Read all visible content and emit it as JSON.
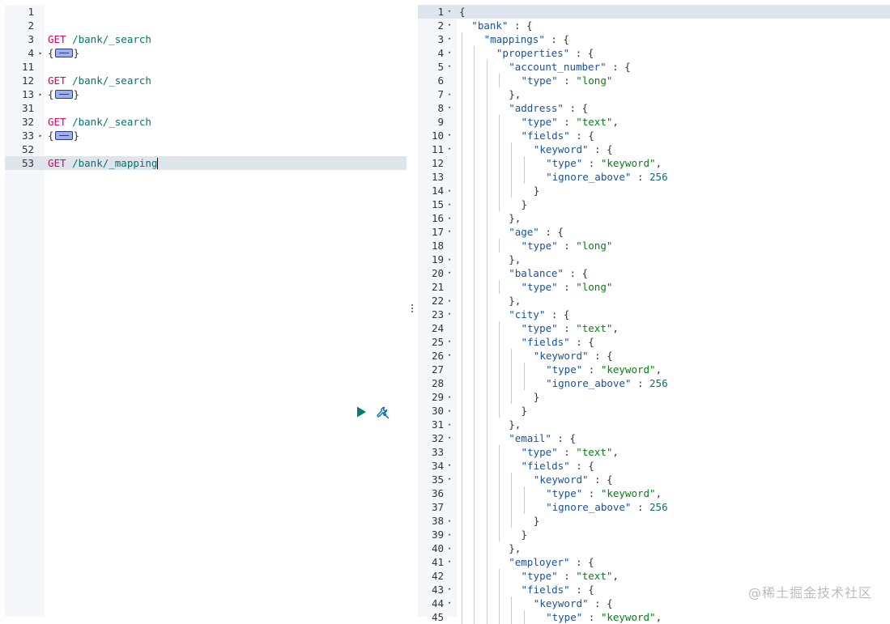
{
  "request_editor": {
    "lines": [
      {
        "num": "1",
        "fold": "",
        "parts": []
      },
      {
        "num": "2",
        "fold": "",
        "parts": []
      },
      {
        "num": "3",
        "fold": "",
        "parts": [
          {
            "t": "GET",
            "c": "kw-get"
          },
          {
            "t": " /bank/_search",
            "c": "path"
          }
        ]
      },
      {
        "num": "4",
        "fold": "▸",
        "parts": [
          {
            "t": "{",
            "c": "collapsed-brace"
          },
          {
            "t": "",
            "c": "fold-widget"
          },
          {
            "t": "}",
            "c": "collapsed-brace"
          }
        ]
      },
      {
        "num": "11",
        "fold": "",
        "parts": []
      },
      {
        "num": "12",
        "fold": "",
        "parts": [
          {
            "t": "GET",
            "c": "kw-get"
          },
          {
            "t": " /bank/_search",
            "c": "path"
          }
        ]
      },
      {
        "num": "13",
        "fold": "▸",
        "parts": [
          {
            "t": "{",
            "c": "collapsed-brace"
          },
          {
            "t": "",
            "c": "fold-widget"
          },
          {
            "t": "}",
            "c": "collapsed-brace"
          }
        ]
      },
      {
        "num": "31",
        "fold": "",
        "parts": []
      },
      {
        "num": "32",
        "fold": "",
        "parts": [
          {
            "t": "GET",
            "c": "kw-get"
          },
          {
            "t": " /bank/_search",
            "c": "path"
          }
        ]
      },
      {
        "num": "33",
        "fold": "▸",
        "parts": [
          {
            "t": "{",
            "c": "collapsed-brace"
          },
          {
            "t": "",
            "c": "fold-widget"
          },
          {
            "t": "}",
            "c": "collapsed-brace"
          }
        ]
      },
      {
        "num": "52",
        "fold": "",
        "parts": []
      },
      {
        "num": "53",
        "fold": "",
        "active": true,
        "parts": [
          {
            "t": "GET",
            "c": "kw-get"
          },
          {
            "t": " /bank/_mapping",
            "c": "path"
          },
          {
            "t": "",
            "c": "cursor"
          }
        ]
      }
    ],
    "actions": {
      "run_icon": "play-icon",
      "settings_icon": "wrench-icon",
      "accent": "#017d73"
    }
  },
  "response_viewer": {
    "lines": [
      {
        "n": "1",
        "f": "▾",
        "d": 0,
        "p": [
          [
            "{",
            ""
          ]
        ]
      },
      {
        "n": "2",
        "f": "▾",
        "d": 1,
        "p": [
          [
            "\"bank\"",
            "key"
          ],
          [
            " : {",
            ""
          ]
        ]
      },
      {
        "n": "3",
        "f": "▾",
        "d": 2,
        "p": [
          [
            "\"mappings\"",
            "key"
          ],
          [
            " : {",
            ""
          ]
        ]
      },
      {
        "n": "4",
        "f": "▾",
        "d": 3,
        "p": [
          [
            "\"properties\"",
            "key"
          ],
          [
            " : {",
            ""
          ]
        ]
      },
      {
        "n": "5",
        "f": "▾",
        "d": 4,
        "p": [
          [
            "\"account_number\"",
            "key"
          ],
          [
            " : {",
            ""
          ]
        ]
      },
      {
        "n": "6",
        "f": "",
        "d": 5,
        "p": [
          [
            "\"type\"",
            "key"
          ],
          [
            " : ",
            ""
          ],
          [
            "\"long\"",
            "str"
          ]
        ]
      },
      {
        "n": "7",
        "f": "▴",
        "d": 4,
        "p": [
          [
            "},",
            ""
          ]
        ]
      },
      {
        "n": "8",
        "f": "▾",
        "d": 4,
        "p": [
          [
            "\"address\"",
            "key"
          ],
          [
            " : {",
            ""
          ]
        ]
      },
      {
        "n": "9",
        "f": "",
        "d": 5,
        "p": [
          [
            "\"type\"",
            "key"
          ],
          [
            " : ",
            ""
          ],
          [
            "\"text\"",
            "str"
          ],
          [
            ",",
            ""
          ]
        ]
      },
      {
        "n": "10",
        "f": "▾",
        "d": 5,
        "p": [
          [
            "\"fields\"",
            "key"
          ],
          [
            " : {",
            ""
          ]
        ]
      },
      {
        "n": "11",
        "f": "▾",
        "d": 6,
        "p": [
          [
            "\"keyword\"",
            "key"
          ],
          [
            " : {",
            ""
          ]
        ]
      },
      {
        "n": "12",
        "f": "",
        "d": 7,
        "p": [
          [
            "\"type\"",
            "key"
          ],
          [
            " : ",
            ""
          ],
          [
            "\"keyword\"",
            "str"
          ],
          [
            ",",
            ""
          ]
        ]
      },
      {
        "n": "13",
        "f": "",
        "d": 7,
        "p": [
          [
            "\"ignore_above\"",
            "key"
          ],
          [
            " : ",
            ""
          ],
          [
            "256",
            "num"
          ]
        ]
      },
      {
        "n": "14",
        "f": "▴",
        "d": 6,
        "p": [
          [
            "}",
            ""
          ]
        ]
      },
      {
        "n": "15",
        "f": "▴",
        "d": 5,
        "p": [
          [
            "}",
            ""
          ]
        ]
      },
      {
        "n": "16",
        "f": "▴",
        "d": 4,
        "p": [
          [
            "},",
            ""
          ]
        ]
      },
      {
        "n": "17",
        "f": "▾",
        "d": 4,
        "p": [
          [
            "\"age\"",
            "key"
          ],
          [
            " : {",
            ""
          ]
        ]
      },
      {
        "n": "18",
        "f": "",
        "d": 5,
        "p": [
          [
            "\"type\"",
            "key"
          ],
          [
            " : ",
            ""
          ],
          [
            "\"long\"",
            "str"
          ]
        ]
      },
      {
        "n": "19",
        "f": "▴",
        "d": 4,
        "p": [
          [
            "},",
            ""
          ]
        ]
      },
      {
        "n": "20",
        "f": "▾",
        "d": 4,
        "p": [
          [
            "\"balance\"",
            "key"
          ],
          [
            " : {",
            ""
          ]
        ]
      },
      {
        "n": "21",
        "f": "",
        "d": 5,
        "p": [
          [
            "\"type\"",
            "key"
          ],
          [
            " : ",
            ""
          ],
          [
            "\"long\"",
            "str"
          ]
        ]
      },
      {
        "n": "22",
        "f": "▴",
        "d": 4,
        "p": [
          [
            "},",
            ""
          ]
        ]
      },
      {
        "n": "23",
        "f": "▾",
        "d": 4,
        "p": [
          [
            "\"city\"",
            "key"
          ],
          [
            " : {",
            ""
          ]
        ]
      },
      {
        "n": "24",
        "f": "",
        "d": 5,
        "p": [
          [
            "\"type\"",
            "key"
          ],
          [
            " : ",
            ""
          ],
          [
            "\"text\"",
            "str"
          ],
          [
            ",",
            ""
          ]
        ]
      },
      {
        "n": "25",
        "f": "▾",
        "d": 5,
        "p": [
          [
            "\"fields\"",
            "key"
          ],
          [
            " : {",
            ""
          ]
        ]
      },
      {
        "n": "26",
        "f": "▾",
        "d": 6,
        "p": [
          [
            "\"keyword\"",
            "key"
          ],
          [
            " : {",
            ""
          ]
        ]
      },
      {
        "n": "27",
        "f": "",
        "d": 7,
        "p": [
          [
            "\"type\"",
            "key"
          ],
          [
            " : ",
            ""
          ],
          [
            "\"keyword\"",
            "str"
          ],
          [
            ",",
            ""
          ]
        ]
      },
      {
        "n": "28",
        "f": "",
        "d": 7,
        "p": [
          [
            "\"ignore_above\"",
            "key"
          ],
          [
            " : ",
            ""
          ],
          [
            "256",
            "num"
          ]
        ]
      },
      {
        "n": "29",
        "f": "▴",
        "d": 6,
        "p": [
          [
            "}",
            ""
          ]
        ]
      },
      {
        "n": "30",
        "f": "▴",
        "d": 5,
        "p": [
          [
            "}",
            ""
          ]
        ]
      },
      {
        "n": "31",
        "f": "▴",
        "d": 4,
        "p": [
          [
            "},",
            ""
          ]
        ]
      },
      {
        "n": "32",
        "f": "▾",
        "d": 4,
        "p": [
          [
            "\"email\"",
            "key"
          ],
          [
            " : {",
            ""
          ]
        ]
      },
      {
        "n": "33",
        "f": "",
        "d": 5,
        "p": [
          [
            "\"type\"",
            "key"
          ],
          [
            " : ",
            ""
          ],
          [
            "\"text\"",
            "str"
          ],
          [
            ",",
            ""
          ]
        ]
      },
      {
        "n": "34",
        "f": "▾",
        "d": 5,
        "p": [
          [
            "\"fields\"",
            "key"
          ],
          [
            " : {",
            ""
          ]
        ]
      },
      {
        "n": "35",
        "f": "▾",
        "d": 6,
        "p": [
          [
            "\"keyword\"",
            "key"
          ],
          [
            " : {",
            ""
          ]
        ]
      },
      {
        "n": "36",
        "f": "",
        "d": 7,
        "p": [
          [
            "\"type\"",
            "key"
          ],
          [
            " : ",
            ""
          ],
          [
            "\"keyword\"",
            "str"
          ],
          [
            ",",
            ""
          ]
        ]
      },
      {
        "n": "37",
        "f": "",
        "d": 7,
        "p": [
          [
            "\"ignore_above\"",
            "key"
          ],
          [
            " : ",
            ""
          ],
          [
            "256",
            "num"
          ]
        ]
      },
      {
        "n": "38",
        "f": "▴",
        "d": 6,
        "p": [
          [
            "}",
            ""
          ]
        ]
      },
      {
        "n": "39",
        "f": "▴",
        "d": 5,
        "p": [
          [
            "}",
            ""
          ]
        ]
      },
      {
        "n": "40",
        "f": "▴",
        "d": 4,
        "p": [
          [
            "},",
            ""
          ]
        ]
      },
      {
        "n": "41",
        "f": "▾",
        "d": 4,
        "p": [
          [
            "\"employer\"",
            "key"
          ],
          [
            " : {",
            ""
          ]
        ]
      },
      {
        "n": "42",
        "f": "",
        "d": 5,
        "p": [
          [
            "\"type\"",
            "key"
          ],
          [
            " : ",
            ""
          ],
          [
            "\"text\"",
            "str"
          ],
          [
            ",",
            ""
          ]
        ]
      },
      {
        "n": "43",
        "f": "▾",
        "d": 5,
        "p": [
          [
            "\"fields\"",
            "key"
          ],
          [
            " : {",
            ""
          ]
        ]
      },
      {
        "n": "44",
        "f": "▾",
        "d": 6,
        "p": [
          [
            "\"keyword\"",
            "key"
          ],
          [
            " : {",
            ""
          ]
        ]
      },
      {
        "n": "45",
        "f": "",
        "d": 7,
        "p": [
          [
            "\"type\"",
            "key"
          ],
          [
            " : ",
            ""
          ],
          [
            "\"keyword\"",
            "str"
          ],
          [
            ",",
            ""
          ]
        ]
      }
    ]
  },
  "watermark": {
    "text": "@稀土掘金技术社区"
  }
}
